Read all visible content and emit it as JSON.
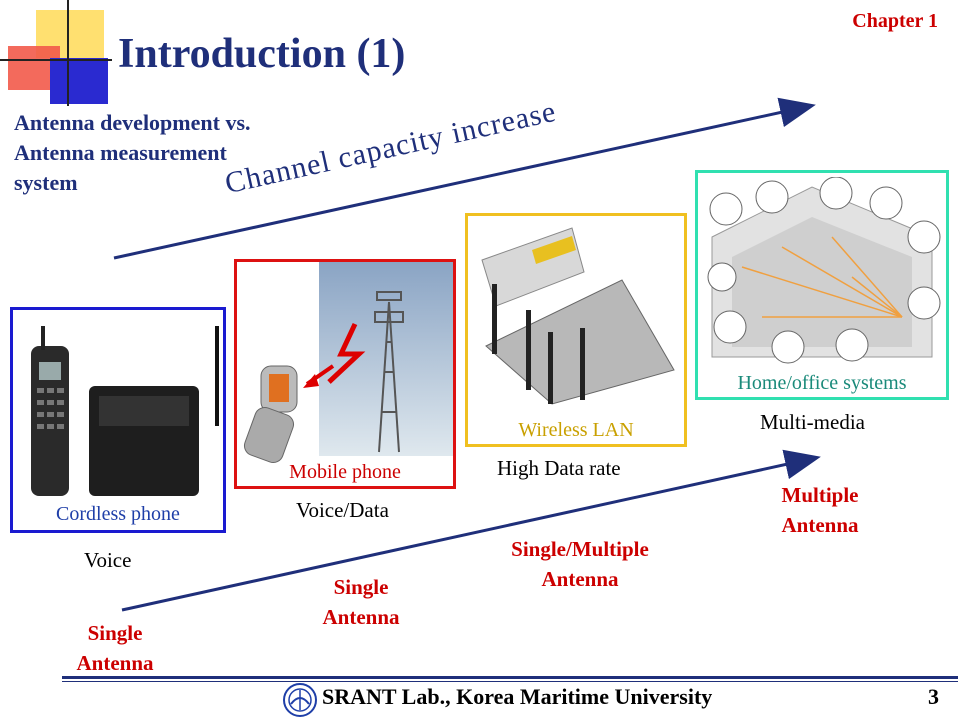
{
  "slide": {
    "title": "Introduction (1)",
    "chapter": "Chapter 1",
    "subtitle": "Antenna development vs.\nAntenna measurement\nsystem",
    "trend_label": "Channel capacity increase"
  },
  "devices": [
    {
      "caption": "Cordless phone",
      "service": "Voice",
      "caption_color": "#1f3fa8",
      "border_color": "#1a1ad0"
    },
    {
      "caption": "Mobile phone",
      "service": "Voice/Data",
      "caption_color": "#cc0000",
      "border_color": "#dd1111"
    },
    {
      "caption": "Wireless LAN",
      "service": "High Data rate",
      "caption_color": "#c9a000",
      "border_color": "#f0c020"
    },
    {
      "caption": "Home/office systems",
      "service": "Multi-media",
      "caption_color": "#1a8a7a",
      "border_color": "#30e0b0"
    }
  ],
  "antenna_labels": [
    "Single\nAntenna",
    "Single\nAntenna",
    "Single/Multiple\nAntenna",
    "Multiple\nAntenna"
  ],
  "footer": {
    "lab": "SRANT Lab., Korea Maritime University",
    "page": "3"
  },
  "colors": {
    "accent_blue": "#1f2f7a",
    "red": "#cc0000"
  }
}
